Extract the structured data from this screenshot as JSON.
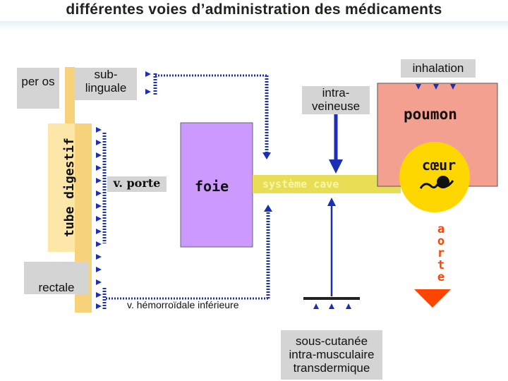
{
  "title": "différentes voies d’administration des médicaments",
  "routes": {
    "per_os": "per os",
    "sublingual": "sub-\nlinguale",
    "intravenous": "intra-\nveineuse",
    "inhalation": "inhalation",
    "rectal": "rectale",
    "subcutaneous": "sous-cutanée\nintra-musculaire\ntransdermique"
  },
  "organs": {
    "digestive_tract": "tube digestif",
    "portal_vein": "v. porte",
    "liver": "foie",
    "caval_system": "système cave",
    "lung": "poumon",
    "heart": "cœur",
    "aorta": "aorte",
    "hemorrhoidal_vein": "v. hémorroïdale inférieure"
  },
  "colors": {
    "digestive": "#f6d27a",
    "digestive_light": "#fce7a8",
    "liver": "#cc99ff",
    "caval": "#e8de55",
    "caval_text": "#f7f7a8",
    "lung": "#f4a090",
    "heart": "#ffd700",
    "aorta": "#ff4400",
    "arrow_blue": "#1a2fb5",
    "label_grey": "#d4d4d4"
  }
}
